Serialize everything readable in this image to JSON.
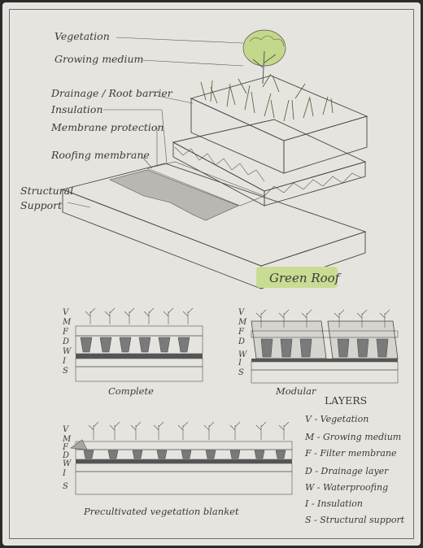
{
  "title": "Green Roof",
  "colors": {
    "paper": "#e6e4df",
    "ink": "#3a3a3a",
    "green": "#c9dc93",
    "pencil": "#8a8a8a"
  },
  "section": {
    "labels": [
      "Vegetation",
      "Growing medium",
      "Drainage / Root barrier",
      "Insulation",
      "Membrane protection",
      "Roofing membrane",
      "Structural",
      "Support"
    ]
  },
  "panels": {
    "complete": {
      "caption": "Complete",
      "letters": [
        "V",
        "M",
        "F",
        "D",
        "W",
        "I",
        "S"
      ]
    },
    "modular": {
      "caption": "Modular",
      "letters": [
        "V",
        "M",
        "F",
        "D",
        "W",
        "I",
        "S"
      ]
    },
    "blanket": {
      "caption": "Precultivated vegetation blanket",
      "letters": [
        "V",
        "M",
        "F",
        "D",
        "W",
        "I",
        "S"
      ]
    }
  },
  "legend": {
    "title": "LAYERS",
    "items": [
      "V - Vegetation",
      "M - Growing medium",
      "F - Filter membrane",
      "D - Drainage layer",
      "W - Waterproofing",
      "I - Insulation",
      "S - Structural support"
    ]
  }
}
